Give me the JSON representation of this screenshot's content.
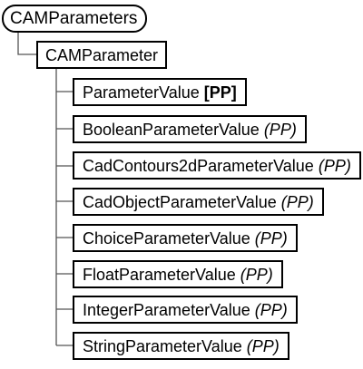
{
  "root": {
    "label": "CAMParameters"
  },
  "parameter": {
    "label": "CAMParameter"
  },
  "children": [
    {
      "name": "ParameterValue ",
      "tag": "[PP]",
      "tag_style": "bold"
    },
    {
      "name": "BooleanParameterValue ",
      "tag": "(PP)",
      "tag_style": "italic"
    },
    {
      "name": "CadContours2dParameterValue ",
      "tag": "(PP)",
      "tag_style": "italic"
    },
    {
      "name": "CadObjectParameterValue ",
      "tag": "(PP)",
      "tag_style": "italic"
    },
    {
      "name": "ChoiceParameterValue ",
      "tag": "(PP)",
      "tag_style": "italic"
    },
    {
      "name": "FloatParameterValue ",
      "tag": "(PP)",
      "tag_style": "italic"
    },
    {
      "name": "IntegerParameterValue ",
      "tag": "(PP)",
      "tag_style": "italic"
    },
    {
      "name": "StringParameterValue ",
      "tag": "(PP)",
      "tag_style": "italic"
    }
  ]
}
